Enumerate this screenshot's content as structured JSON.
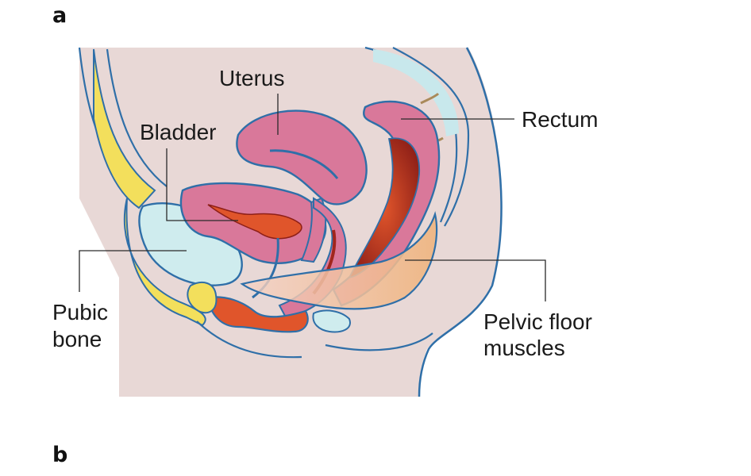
{
  "panels": {
    "a": "a",
    "b": "b"
  },
  "labels": {
    "uterus": "Uterus",
    "bladder": "Bladder",
    "rectum": "Rectum",
    "pubic_bone_1": "Pubic",
    "pubic_bone_2": "bone",
    "pelvic_floor_1": "Pelvic floor",
    "pelvic_floor_2": "muscles"
  },
  "colors": {
    "background_tissue": "#e8d8d6",
    "outline": "#2f6fa8",
    "uterus_pink": "#d9789a",
    "bladder_fill": "#cfecee",
    "fat_yellow": "#f3df5c",
    "rectum_lumen": "#a1261c",
    "vagina_orange": "#e0552b",
    "muscle_peach": "#f0c39e"
  }
}
